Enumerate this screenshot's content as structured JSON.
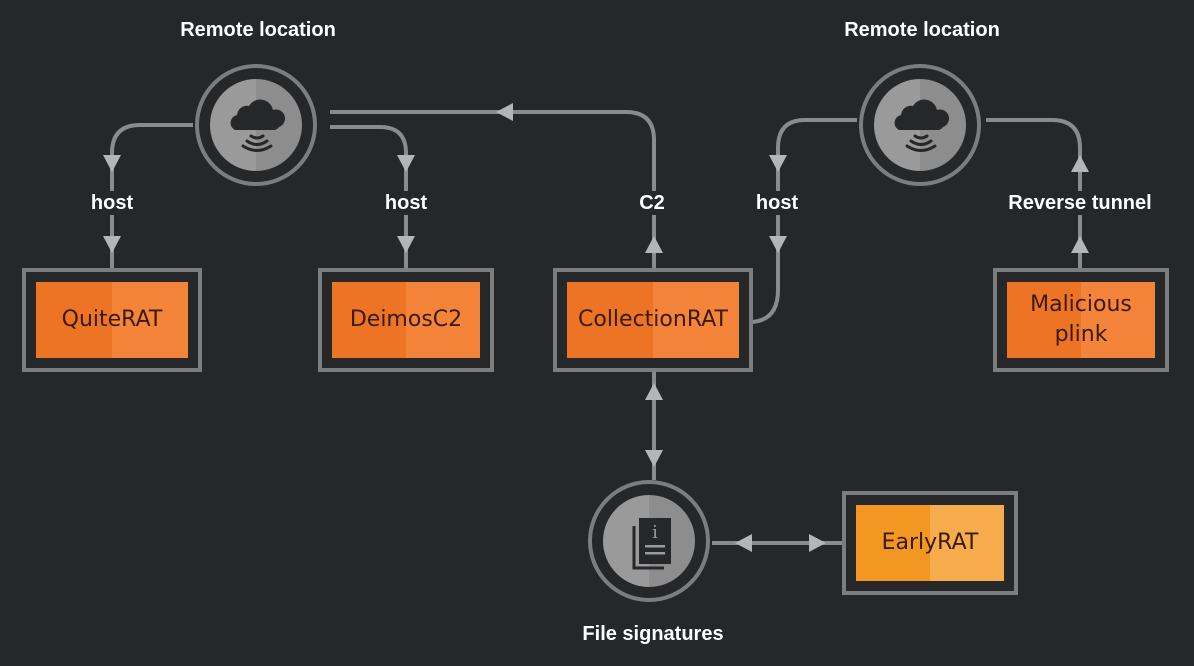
{
  "colors": {
    "background": "#262729",
    "line": "#8a8b8d",
    "box_border": "#7c7d80",
    "orange": "#ec7424",
    "amber": "#f29722",
    "text": "#ffffff"
  },
  "locations": [
    {
      "id": "remote-left",
      "label": "Remote location",
      "icon": "cloud-signal-icon"
    },
    {
      "id": "remote-right",
      "label": "Remote location",
      "icon": "cloud-signal-icon"
    },
    {
      "id": "file-sigs",
      "label": "File signatures",
      "icon": "document-info-icon"
    }
  ],
  "nodes": [
    {
      "id": "quiterat",
      "label": "QuiteRAT",
      "style": "orange"
    },
    {
      "id": "deimosc2",
      "label": "DeimosC2",
      "style": "orange"
    },
    {
      "id": "collectionrat",
      "label": "CollectionRAT",
      "style": "orange"
    },
    {
      "id": "plink",
      "label": "Malicious plink",
      "style": "orange"
    },
    {
      "id": "earlyrat",
      "label": "EarlyRAT",
      "style": "amber"
    }
  ],
  "edges": [
    {
      "from": "remote-left",
      "to": "quiterat",
      "label": "host"
    },
    {
      "from": "remote-left",
      "to": "deimosc2",
      "label": "host"
    },
    {
      "from": "collectionrat",
      "to": "remote-left",
      "label": "C2"
    },
    {
      "from": "remote-right",
      "to": "collectionrat",
      "label": "host"
    },
    {
      "from": "plink",
      "to": "remote-right",
      "label": "Reverse tunnel"
    },
    {
      "from": "collectionrat",
      "to": "file-sigs",
      "label": "",
      "bidirectional": true
    },
    {
      "from": "file-sigs",
      "to": "earlyrat",
      "label": "",
      "bidirectional": true
    }
  ]
}
